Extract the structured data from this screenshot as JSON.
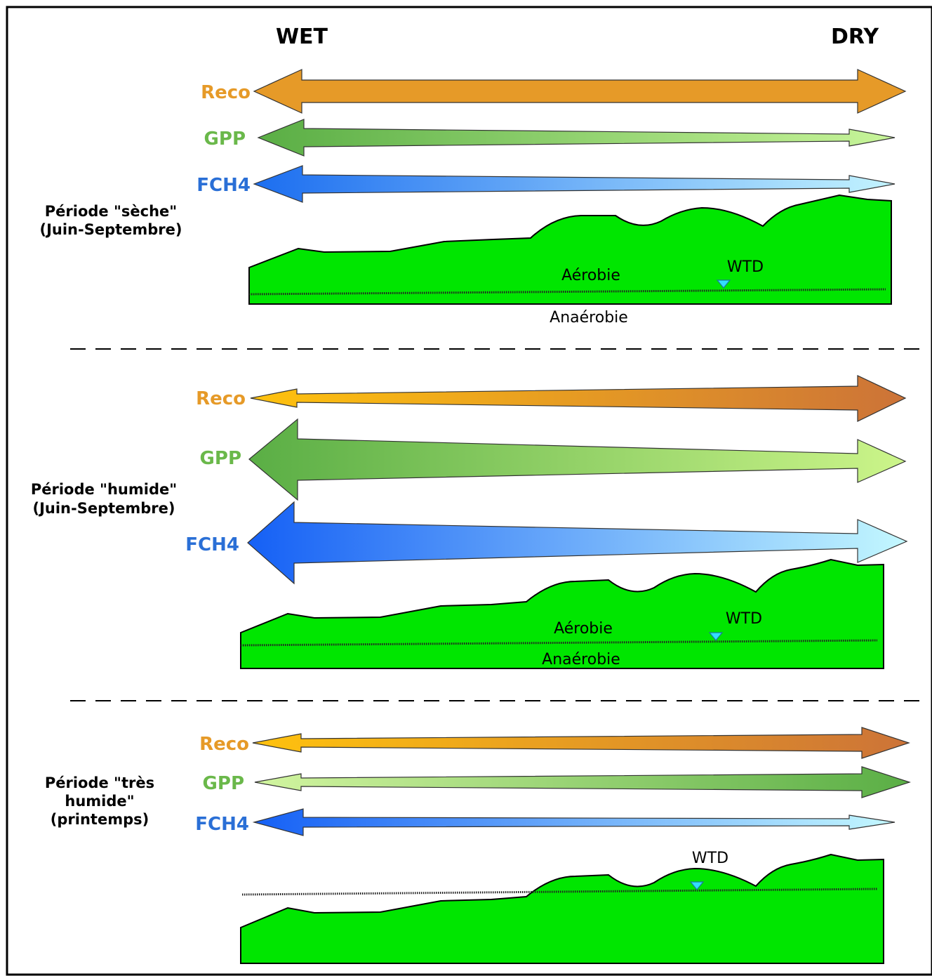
{
  "headers": {
    "wet": "WET",
    "dry": "DRY"
  },
  "panels": [
    {
      "period_line1": "Période \"sèche\"",
      "period_line2": "(Juin-Septembre)",
      "period_line3": "",
      "fluxes": [
        {
          "label": "Reco",
          "color": "#e69a28",
          "gradient_from": "#e69a28",
          "gradient_to": "#e69a28"
        },
        {
          "label": "GPP",
          "color": "#6ab84a",
          "gradient_from": "#5aae45",
          "gradient_to": "#c8f59a"
        },
        {
          "label": "FCH4",
          "color": "#2a6fd6",
          "gradient_from": "#1c6ef0",
          "gradient_to": "#c4f4ff"
        }
      ],
      "aerobic_label": "Aérobie",
      "anaerobic_label": "Anaérobie",
      "wtd_label": "WTD"
    },
    {
      "period_line1": "Période \"humide\"",
      "period_line2": "(Juin-Septembre)",
      "period_line3": "",
      "fluxes": [
        {
          "label": "Reco",
          "color": "#e69a28",
          "gradient_from": "#ffc20e",
          "gradient_to": "#cc7338"
        },
        {
          "label": "GPP",
          "color": "#6ab84a",
          "gradient_from": "#5aae45",
          "gradient_to": "#ccf58a"
        },
        {
          "label": "FCH4",
          "color": "#2a6fd6",
          "gradient_from": "#1560f5",
          "gradient_to": "#c4f8ff"
        }
      ],
      "aerobic_label": "Aérobie",
      "anaerobic_label": "Anaérobie",
      "wtd_label": "WTD"
    },
    {
      "period_line1": "Période \"très",
      "period_line2": "humide\"",
      "period_line3": "(printemps)",
      "fluxes": [
        {
          "label": "Reco",
          "color": "#e69a28",
          "gradient_from": "#ffc20e",
          "gradient_to": "#cc7338"
        },
        {
          "label": "GPP",
          "color": "#6ab84a",
          "gradient_from": "#d2f5a0",
          "gradient_to": "#5aae45"
        },
        {
          "label": "FCH4",
          "color": "#2a6fd6",
          "gradient_from": "#1560f5",
          "gradient_to": "#c4f8ff"
        }
      ],
      "aerobic_label": "",
      "anaerobic_label": "",
      "wtd_label": "WTD"
    }
  ]
}
